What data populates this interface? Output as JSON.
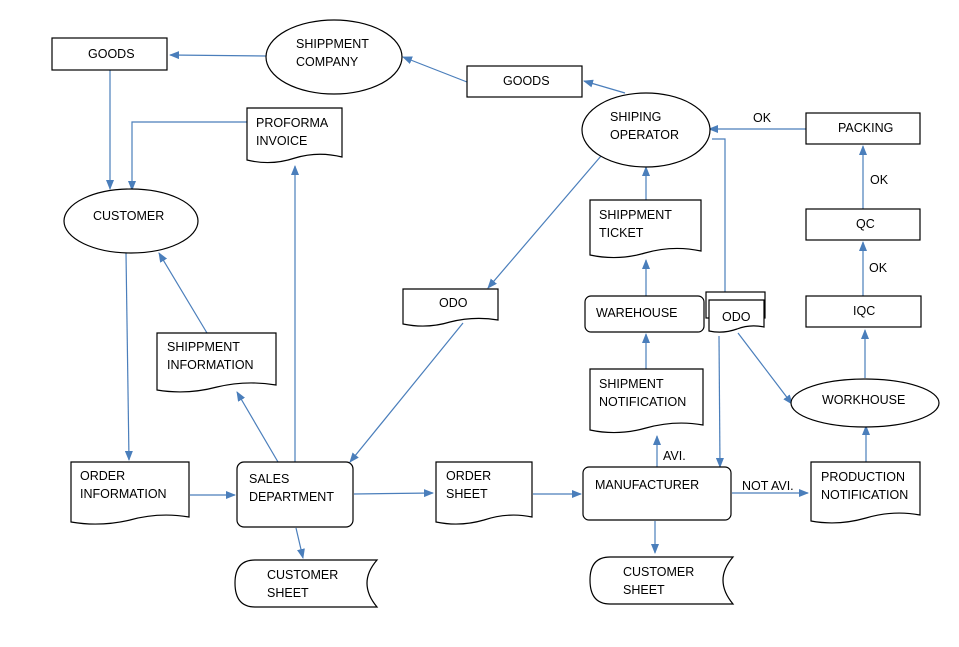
{
  "nodes": {
    "goods_left": "GOODS",
    "shipment_company": [
      "SHIPPMENT",
      "COMPANY"
    ],
    "goods_mid": "GOODS",
    "shipping_operator": [
      "SHIPING",
      "OPERATOR"
    ],
    "packing": "PACKING",
    "proforma_invoice": [
      "PROFORMA",
      "INVOICE"
    ],
    "customer": "CUSTOMER",
    "shipment_ticket": [
      "SHIPPMENT",
      "TICKET"
    ],
    "qc": "QC",
    "odo_left": "ODO",
    "warehouse": "WAREHOUSE",
    "odo_right": "ODO",
    "iqc": "IQC",
    "shipment_information": [
      "SHIPPMENT",
      "INFORMATION"
    ],
    "shipment_notification": [
      "SHIPMENT",
      "NOTIFICATION"
    ],
    "workhouse": "WORKHOUSE",
    "order_information": [
      "ORDER",
      "INFORMATION"
    ],
    "sales_department": [
      "SALES",
      "DEPARTMENT"
    ],
    "order_sheet": [
      "ORDER",
      "SHEET"
    ],
    "manufacturer": "MANUFACTURER",
    "production_notification": [
      "PRODUCTION",
      "NOTIFICATION"
    ],
    "customer_sheet_left": [
      "CUSTOMER",
      "SHEET"
    ],
    "customer_sheet_right": [
      "CUSTOMER",
      "SHEET"
    ]
  },
  "edge_labels": {
    "ok_packing_operator": "OK",
    "ok_qc_packing": "OK",
    "ok_iqc_qc": "OK",
    "avi": "AVI.",
    "not_avi": "NOT AVI."
  },
  "colors": {
    "arrow": "#4a7ebb",
    "shape_stroke": "#000000",
    "background": "#ffffff"
  }
}
